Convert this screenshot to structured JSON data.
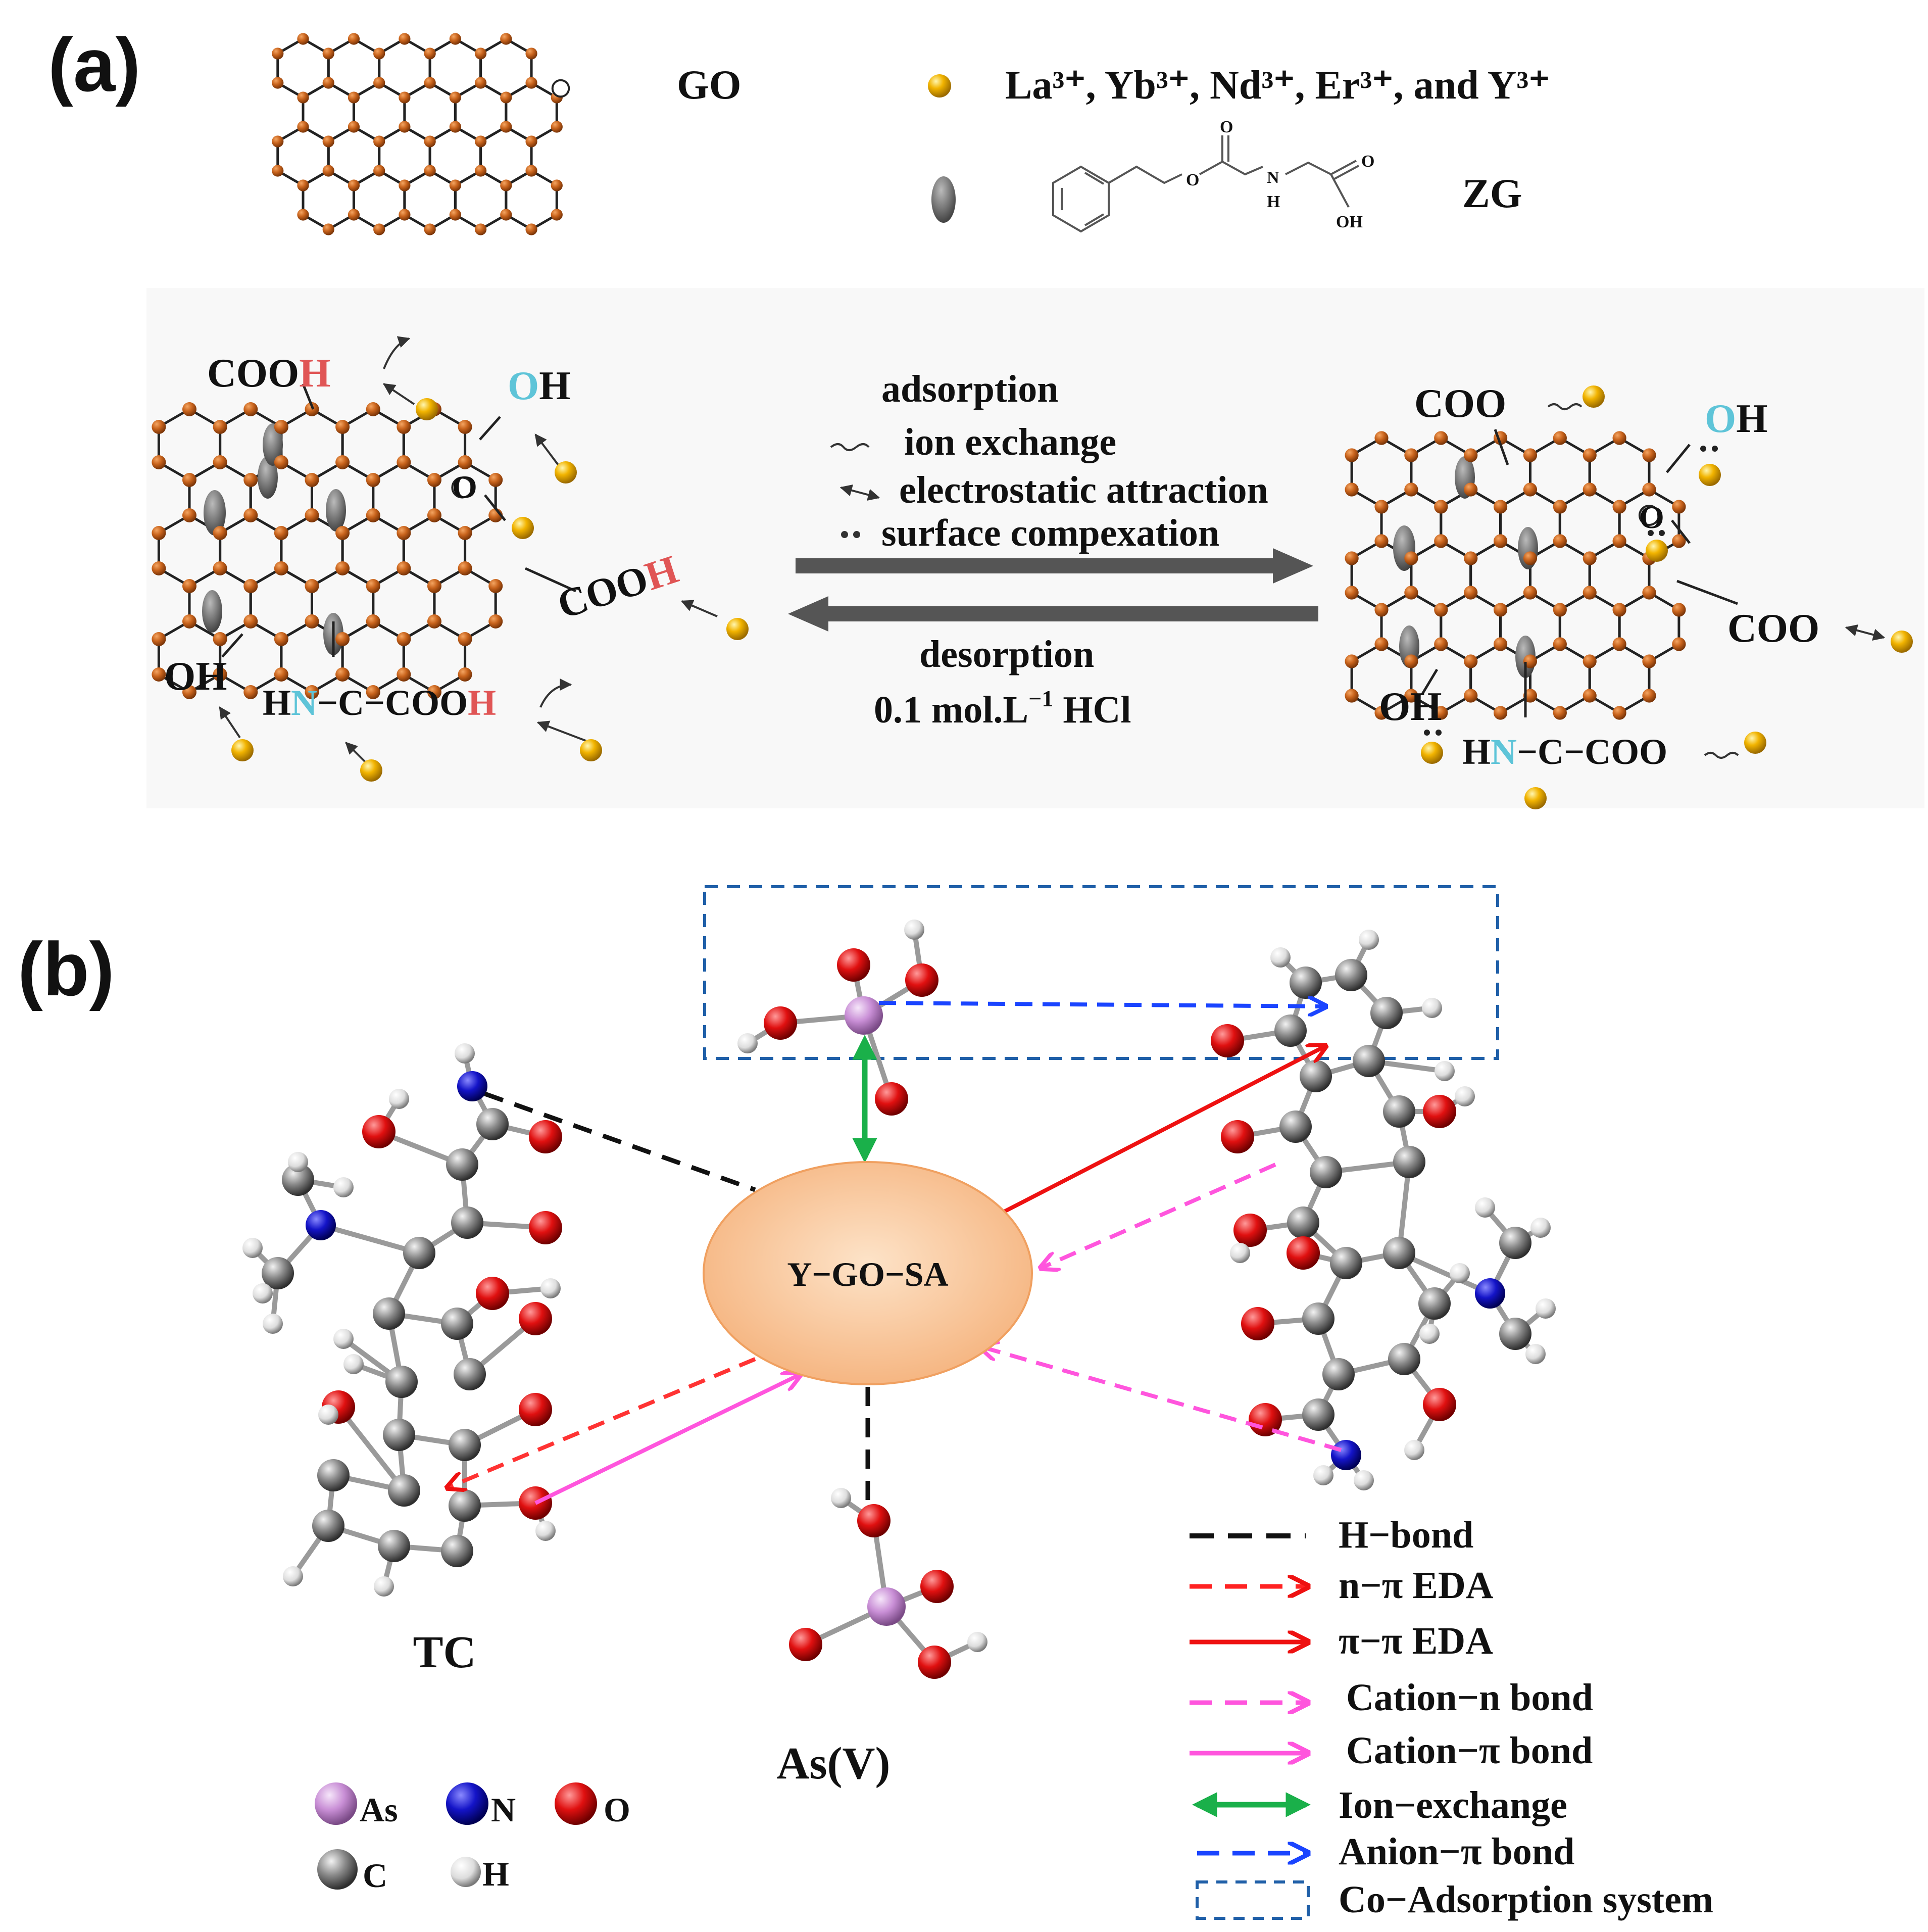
{
  "panel_a": {
    "label": "(a)",
    "go_label": "GO",
    "ions_label": "La³⁺, Yb³⁺, Nd³⁺, Er³⁺, and Y³⁺",
    "zg_label": "ZG",
    "zg_struct": {
      "o1": "O",
      "o2": "O",
      "n": "N",
      "h": "H",
      "o3": "O",
      "oh": "OH"
    },
    "left": {
      "cooh_top_1": "COO",
      "cooh_top_2": "H",
      "oh_top_1": "O",
      "oh_top_2": "H",
      "epoxy_o": "O",
      "cooh_right_1": "COO",
      "cooh_right_2": "H",
      "oh_bottom": "OH",
      "hn_1": "H",
      "hn_2": "N",
      "hn_3": "−C−COO",
      "hn_4": "H"
    },
    "mechanisms": {
      "adsorption": "adsorption",
      "ion_exchange": "ion exchange",
      "electrostatic": "electrostatic attraction",
      "surface": "surface compexation",
      "desorption": "desorption",
      "hcl_1": "0.1 mol.L",
      "hcl_sup": "−1",
      "hcl_2": " HCl"
    },
    "right": {
      "coo_top": "COO",
      "oh_top_1": "O",
      "oh_top_2": "H",
      "epoxy_o": "O",
      "coo_right": "COO",
      "oh_bottom": "OH",
      "hn_1": "H",
      "hn_2": "N",
      "hn_3": "−C−COO"
    }
  },
  "panel_b": {
    "label": "(b)",
    "center": "Y−GO−SA",
    "tc_label": "TC",
    "as_label": "As(V)",
    "atoms": [
      {
        "symbol": "As",
        "color": "#c98fd6"
      },
      {
        "symbol": "N",
        "color": "#1414c8"
      },
      {
        "symbol": "O",
        "color": "#e01010"
      },
      {
        "symbol": "C",
        "color": "#888888"
      },
      {
        "symbol": "H",
        "color": "#e8e8e8"
      }
    ],
    "legend": [
      {
        "label": "H−bond",
        "color": "#111111"
      },
      {
        "label": "n−π EDA",
        "color": "#ff2222"
      },
      {
        "label": "π−π EDA",
        "color": "#ee1111"
      },
      {
        "label": "Cation−n bond",
        "color": "#ff55dd"
      },
      {
        "label": "Cation−π bond",
        "color": "#ff55dd"
      },
      {
        "label": "Ion−exchange",
        "color": "#1ab04a"
      },
      {
        "label": "Anion−π bond",
        "color": "#1a44ff"
      },
      {
        "label": "Co−Adsorption system",
        "color": "#1f5fa8"
      }
    ]
  },
  "colors": {
    "carbon_node": "#c8631c",
    "metal_ion": "#f2b400",
    "zg_ellipse": "#777777",
    "sa_ellipse": "#f9c79a",
    "cyan_text": "#5ec4d8",
    "red_text": "#e05555"
  }
}
